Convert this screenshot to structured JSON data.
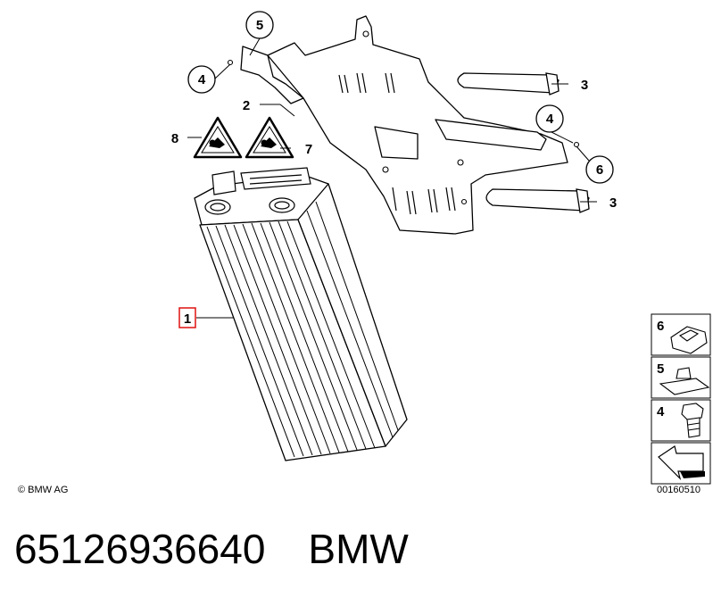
{
  "callouts": {
    "c1": "1",
    "c2": "2",
    "c3a": "3",
    "c3b": "3",
    "c4a": "4",
    "c4b": "4",
    "c5": "5",
    "c6": "6",
    "c7": "7",
    "c8": "8"
  },
  "legend": {
    "item6": "6",
    "item5": "5",
    "item4": "4"
  },
  "copyright": "© BMW AG",
  "diagram_code": "00160510",
  "part_number": "65126936640",
  "brand": "BMW"
}
